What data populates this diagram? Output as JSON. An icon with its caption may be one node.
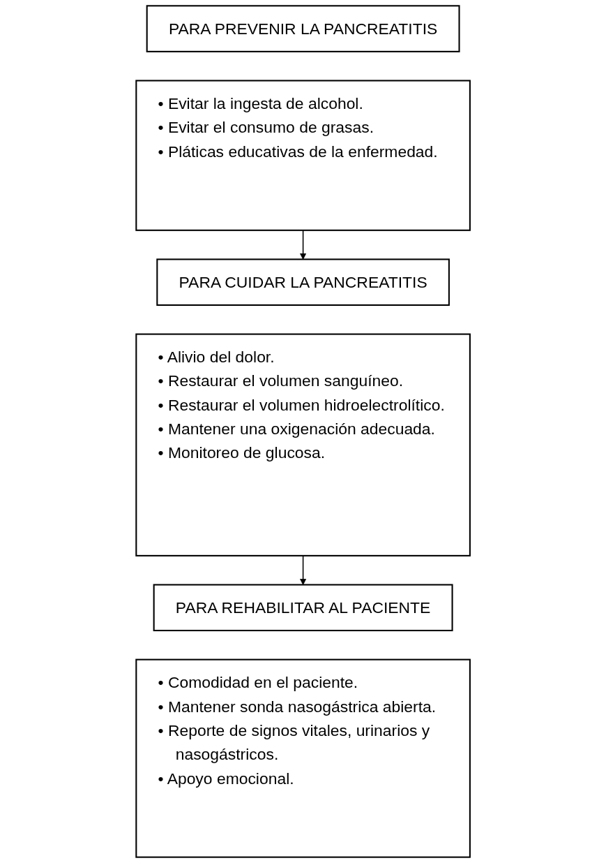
{
  "diagram": {
    "nodes": [
      {
        "text": [
          "PARA PREVENIR LA PANCREATITIS"
        ]
      },
      {
        "text": [
          "• Evitar la ingesta de alcohol.",
          "• Evitar el consumo de grasas.",
          "• Pláticas educativas de la enfermedad."
        ]
      },
      {
        "text": [
          "PARA CUIDAR LA PANCREATITIS"
        ]
      },
      {
        "text": [
          "• Alivio del dolor.",
          "• Restaurar el volumen sanguíneo.",
          "• Restaurar el volumen hidroelectrolítico.",
          "• Mantener una oxigenación adecuada.",
          "• Monitoreo de glucosa."
        ]
      },
      {
        "text": [
          "PARA REHABILITAR AL PACIENTE"
        ]
      },
      {
        "text": [
          "• Comodidad en el paciente.",
          "• Mantener sonda nasogástrica abierta.",
          "• Reporte de signos vitales, urinarios y nasogástricos.",
          "• Apoyo emocional."
        ]
      }
    ],
    "edges": [
      {
        "from": 1,
        "to": 2,
        "arrow": "to"
      },
      {
        "from": 3,
        "to": 4,
        "arrow": "to"
      }
    ]
  }
}
